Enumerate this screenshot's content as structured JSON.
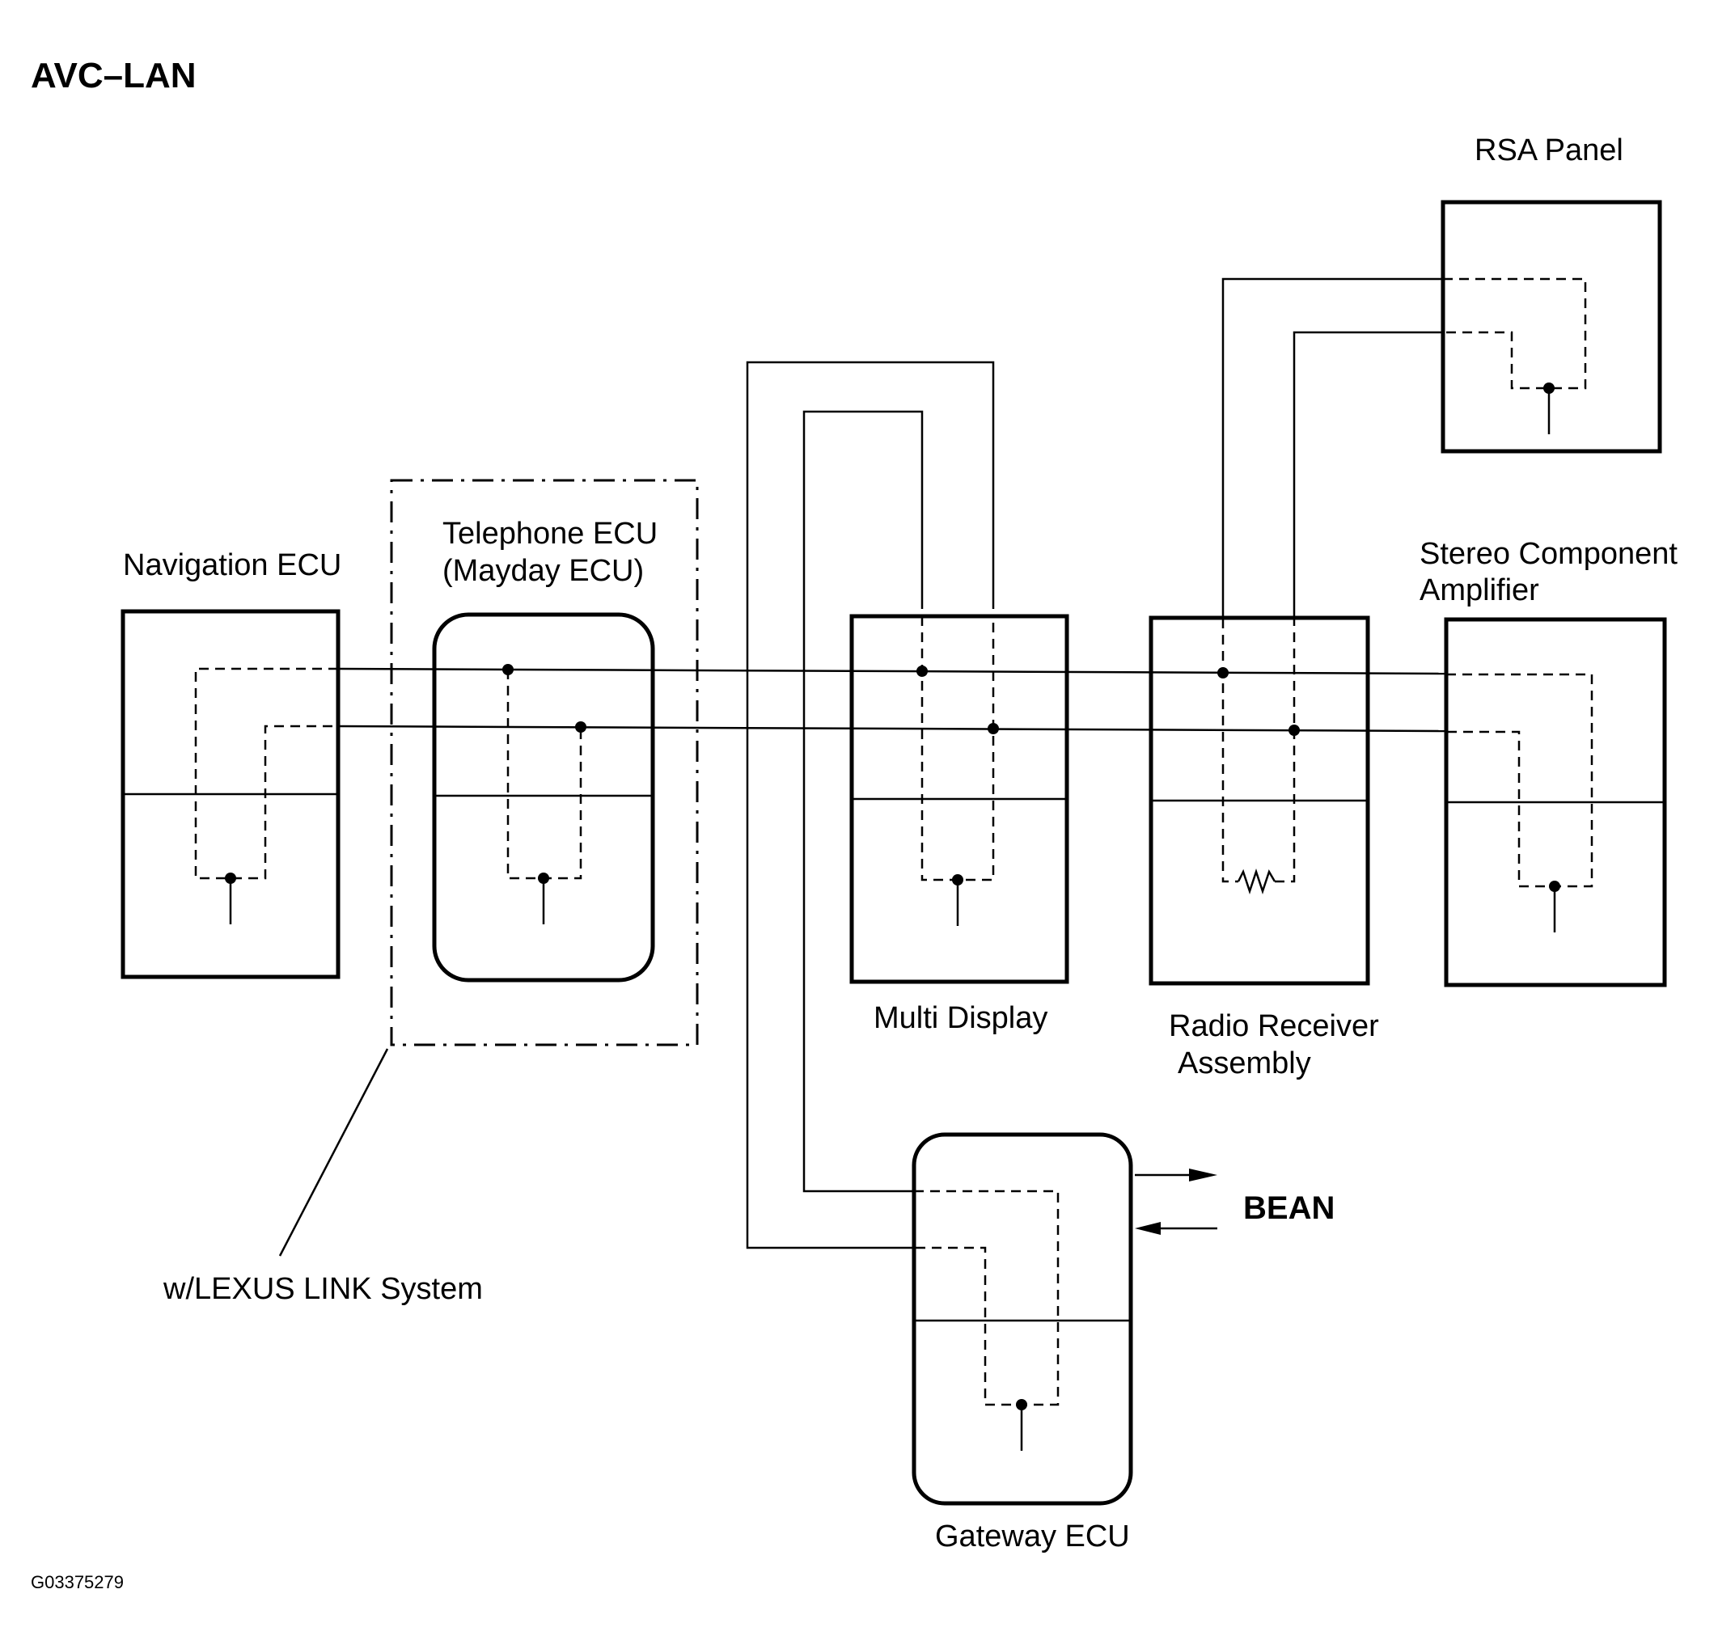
{
  "diagram": {
    "title": "AVC–LAN",
    "figure_code": "G03375279",
    "components": {
      "navigation_ecu": "Navigation ECU",
      "telephone_ecu_line1": "Telephone ECU",
      "telephone_ecu_line2": "(Mayday ECU)",
      "multi_display": "Multi Display",
      "radio_receiver_line1": "Radio Receiver",
      "radio_receiver_line2": "Assembly",
      "stereo_amp_line1": "Stereo  Component",
      "stereo_amp_line2": "Amplifier",
      "rsa_panel": "RSA Panel",
      "gateway_ecu": "Gateway ECU"
    },
    "bean_label": "BEAN",
    "lexus_link_note": "w/LEXUS LINK System"
  }
}
